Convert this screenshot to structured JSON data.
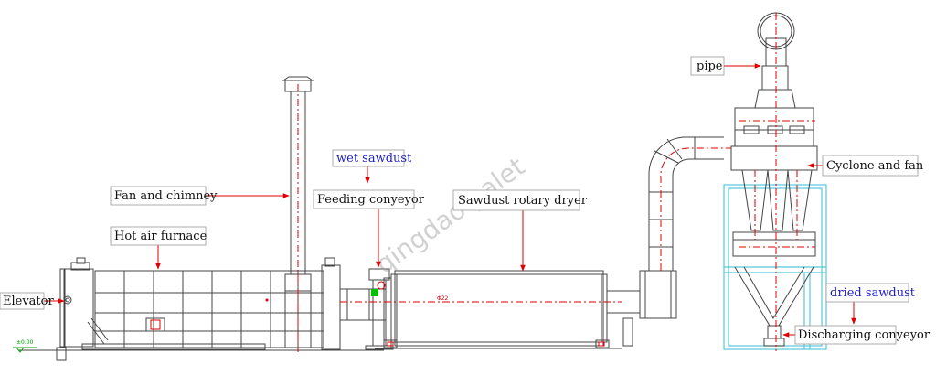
{
  "labels": {
    "elevator": "Elevator",
    "fan_chimney": "Fan and chimney",
    "hot_air_furnace": "Hot air furnace",
    "wet_sawdust": "wet sawdust",
    "feeding_conveyor": "Feeding conyeyor",
    "rotary_dryer": "Sawdust rotary dryer",
    "pipe": "pipe",
    "cyclone_fan": "Cyclone and fan",
    "dried_sawdust": "dried sawdust",
    "discharging_conveyor": "Discharging conyeyor"
  },
  "small_text": {
    "level_mark": "±0.00",
    "dryer_size": "Φ22",
    "watermark": "qingdao palet"
  },
  "colors": {
    "drawing": "#444444",
    "leader": "#e00000",
    "structure": "#55c8d8",
    "label_text": "#111111",
    "highlight_text": "#2020c0",
    "level_green": "#00a000"
  }
}
